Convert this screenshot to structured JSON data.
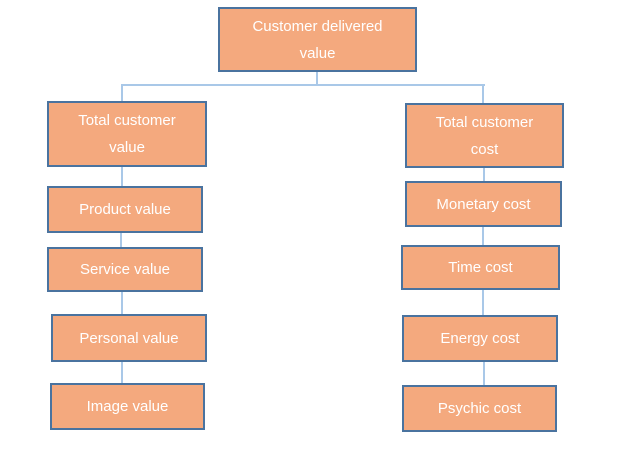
{
  "diagram": {
    "title": "Customer delivered value",
    "nodes": [
      {
        "id": "customer-delivered-value",
        "label": "Customer delivered value"
      },
      {
        "id": "total-customer-value",
        "label": "Total customer value"
      },
      {
        "id": "product-value",
        "label": "Product value"
      },
      {
        "id": "service-value",
        "label": "Service value"
      },
      {
        "id": "personal-value",
        "label": "Personal value"
      },
      {
        "id": "image-value",
        "label": "Image value"
      },
      {
        "id": "total-customer-cost",
        "label": "Total customer cost"
      },
      {
        "id": "monetary-cost",
        "label": "Monetary cost"
      },
      {
        "id": "time-cost",
        "label": "Time cost"
      },
      {
        "id": "energy-cost",
        "label": "Energy cost"
      },
      {
        "id": "psychic-cost",
        "label": "Psychic cost"
      }
    ],
    "edges": [
      {
        "from": "customer-delivered-value",
        "to": "total-customer-value"
      },
      {
        "from": "customer-delivered-value",
        "to": "total-customer-cost"
      },
      {
        "from": "total-customer-value",
        "to": "product-value"
      },
      {
        "from": "product-value",
        "to": "service-value"
      },
      {
        "from": "service-value",
        "to": "personal-value"
      },
      {
        "from": "personal-value",
        "to": "image-value"
      },
      {
        "from": "total-customer-cost",
        "to": "monetary-cost"
      },
      {
        "from": "monetary-cost",
        "to": "time-cost"
      },
      {
        "from": "time-cost",
        "to": "energy-cost"
      },
      {
        "from": "energy-cost",
        "to": "psychic-cost"
      }
    ],
    "colors": {
      "node_fill": "#F4A97E",
      "node_border": "#4A739F",
      "node_text": "#FFFFFF",
      "connector": "#A9C8E8",
      "background": "#FFFFFF"
    }
  }
}
